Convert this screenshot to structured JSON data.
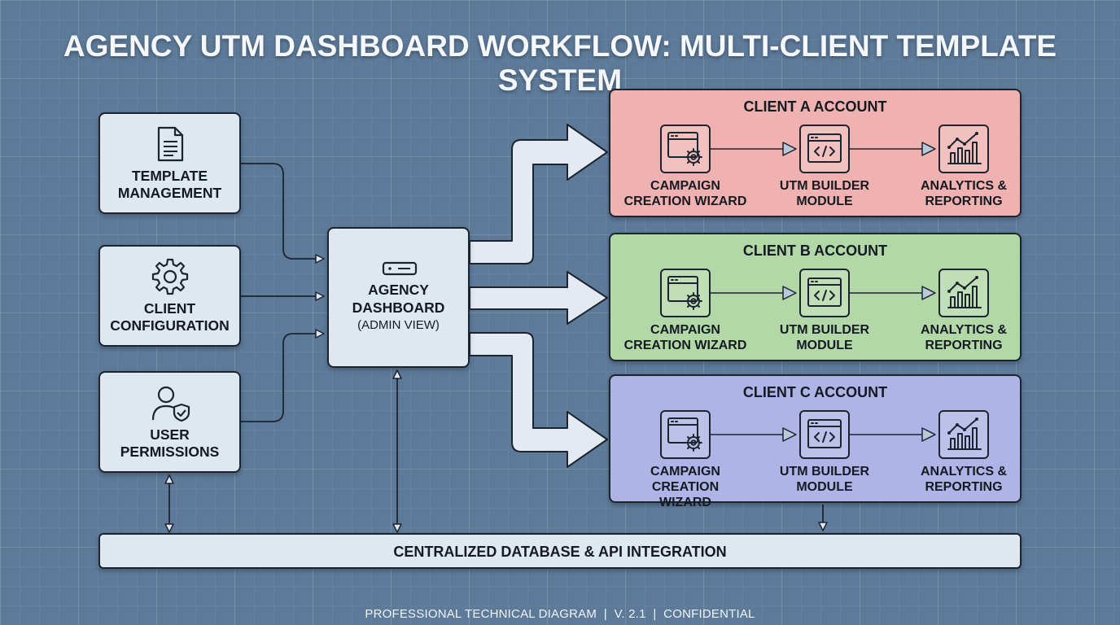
{
  "title": "AGENCY UTM DASHBOARD WORKFLOW: MULTI-CLIENT TEMPLATE SYSTEM",
  "left_nodes": [
    {
      "icon": "document-icon",
      "lines": [
        "TEMPLATE",
        "MANAGEMENT"
      ]
    },
    {
      "icon": "gear-icon",
      "lines": [
        "CLIENT",
        "CONFIGURATION"
      ]
    },
    {
      "icon": "user-shield-icon",
      "lines": [
        "USER",
        "PERMISSIONS"
      ]
    }
  ],
  "dashboard": {
    "icon": "server-icon",
    "lines": [
      "AGENCY",
      "DASHBOARD",
      "(ADMIN VIEW)"
    ]
  },
  "clients": [
    {
      "title": "CLIENT A ACCOUNT",
      "color": "#efb2b0",
      "modules": [
        {
          "icon": "browser-gear-icon",
          "lines": [
            "CAMPAIGN",
            "CREATION WIZARD"
          ]
        },
        {
          "icon": "code-window-icon",
          "lines": [
            "UTM BUILDER",
            "MODULE"
          ]
        },
        {
          "icon": "analytics-chart-icon",
          "lines": [
            "ANALYTICS &",
            "REPORTING"
          ]
        }
      ]
    },
    {
      "title": "CLIENT B ACCOUNT",
      "color": "#b3d8a8",
      "modules": [
        {
          "icon": "browser-gear-icon",
          "lines": [
            "CAMPAIGN",
            "CREATION WIZARD"
          ]
        },
        {
          "icon": "code-window-icon",
          "lines": [
            "UTM BUILDER",
            "MODULE"
          ]
        },
        {
          "icon": "analytics-chart-icon",
          "lines": [
            "ANALYTICS &",
            "REPORTING"
          ]
        }
      ]
    },
    {
      "title": "CLIENT C ACCOUNT",
      "color": "#afb4e6",
      "modules": [
        {
          "icon": "browser-gear-icon",
          "lines": [
            "CAMPAIGN CREATION",
            "WIZARD"
          ]
        },
        {
          "icon": "code-window-icon",
          "lines": [
            "UTM BUILDER",
            "MODULE"
          ]
        },
        {
          "icon": "analytics-chart-icon",
          "lines": [
            "ANALYTICS &",
            "REPORTING"
          ]
        }
      ]
    }
  ],
  "database": {
    "label": "CENTRALIZED DATABASE & API INTEGRATION"
  },
  "footer": "PROFESSIONAL TECHNICAL DIAGRAM  |  V. 2.1  |  CONFIDENTIAL",
  "colors": {
    "background": "#5d7a99",
    "box": "#dfe7f0",
    "stroke": "#1c2430"
  }
}
